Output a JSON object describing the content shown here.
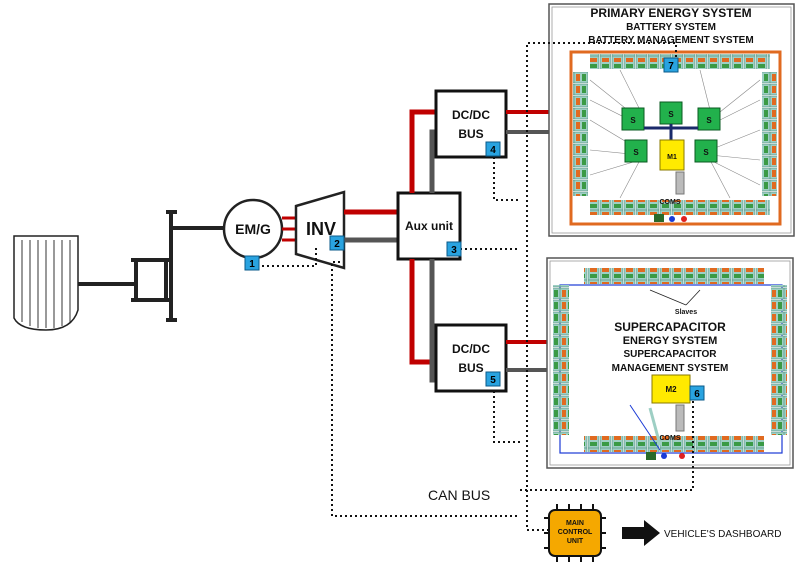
{
  "components": {
    "emg": "EM/G",
    "inv": "INV",
    "aux": "Aux unit",
    "dcdc_top_line1": "DC/DC",
    "dcdc_top_line2": "BUS",
    "dcdc_bottom_line1": "DC/DC",
    "dcdc_bottom_line2": "BUS",
    "main_control_line1": "MAIN",
    "main_control_line2": "CONTROL",
    "main_control_line3": "UNIT",
    "dashboard": "VEHICLE'S DASHBOARD",
    "can_bus": "CAN BUS"
  },
  "primary_panel": {
    "title1": "PRIMARY ENERGY  SYSTEM",
    "title2": "BATTERY SYSTEM",
    "title3": "BATTERY MANAGEMENT SYSTEM",
    "slave": "S",
    "master": "M1",
    "coms": "COMS"
  },
  "super_panel": {
    "slaves": "Slaves",
    "title1": "SUPERCAPACITOR",
    "title2": "ENERGY SYSTEM",
    "title3": "SUPERCAPACITOR",
    "title4": "MANAGEMENT SYSTEM",
    "master": "M2",
    "coms": "COMS"
  },
  "badges": [
    "1",
    "2",
    "3",
    "4",
    "5",
    "6",
    "7"
  ],
  "colors": {
    "power_line": "#c00000",
    "ground_line": "#555555",
    "badge": "#29a3e0",
    "module_green": "#22b14c",
    "master_yellow": "#ffea00",
    "frame_orange": "#e06a20",
    "control_unit": "#f5a800"
  }
}
